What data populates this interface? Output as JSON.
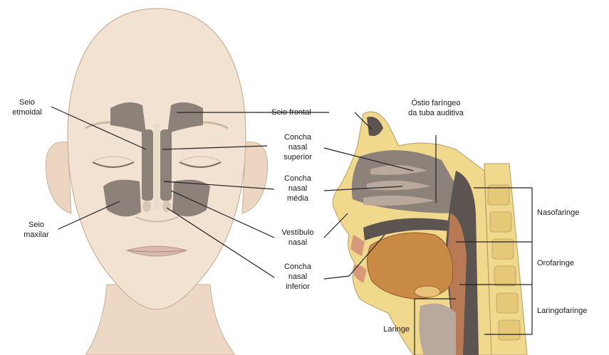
{
  "colors": {
    "skin": "#f2e2d2",
    "skin_shade": "#e3ccb6",
    "sinus": "#8c8279",
    "bone": "#f0d98c",
    "tissue": "#b87a55",
    "tongue": "#c98a46",
    "cavity": "#5c5450",
    "leader": "#222222"
  },
  "labels": {
    "seio_etmoidal": "Seio\netmoidal",
    "seio_frontal": "Seio frontal",
    "concha_superior": "Concha\nnasal\nsuperior",
    "concha_media": "Concha\nnasal\nmédia",
    "seio_maxilar": "Seio\nmaxilar",
    "vestibulo": "Vestíbulo\nnasal",
    "concha_inferior": "Concha\nnasal\ninferior",
    "ostio": "Óstio faríngeo\nda tuba auditiva",
    "nasofaringe": "Nasofaringe",
    "orofaringe": "Orofaringe",
    "laringofaringe": "Laringofaringe",
    "laringe": "Laringe"
  }
}
